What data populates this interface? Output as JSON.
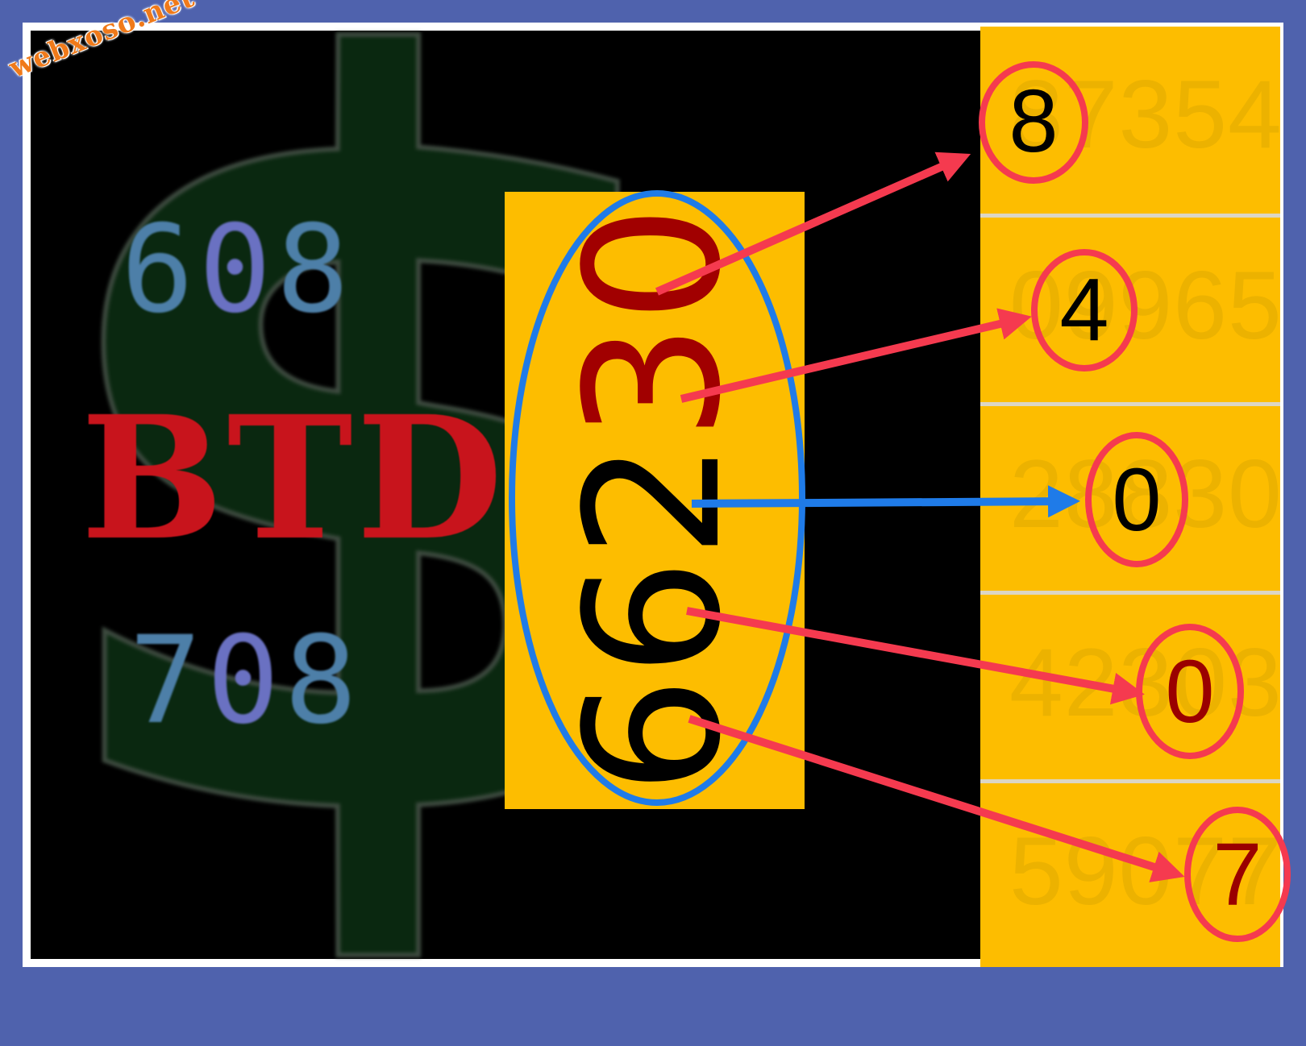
{
  "watermark": "webxoso.net",
  "left_panel": {
    "top_number": {
      "prefix": "6",
      "mid": "0",
      "suffix": "8"
    },
    "title": "BTD",
    "bottom_number": {
      "prefix": "7",
      "mid": "0",
      "suffix": "8"
    }
  },
  "center_number": {
    "black": "662",
    "red": "30"
  },
  "result_rows": [
    {
      "faded": "87354",
      "digit": "8",
      "digit_color": "#000000"
    },
    {
      "faded": "09965",
      "digit": "4",
      "digit_color": "#000000"
    },
    {
      "faded": "28830",
      "digit": "0",
      "digit_color": "#000000"
    },
    {
      "faded": "42303",
      "digit": "0",
      "digit_color": "#9a0000"
    },
    {
      "faded": "59077",
      "digit": "7",
      "digit_color": "#9a0000"
    }
  ],
  "colors": {
    "arrow_red": "#f53a4f",
    "arrow_blue": "#1f7be8",
    "box_yellow": "#fdbd00",
    "frame_blue": "#4f62ad"
  }
}
